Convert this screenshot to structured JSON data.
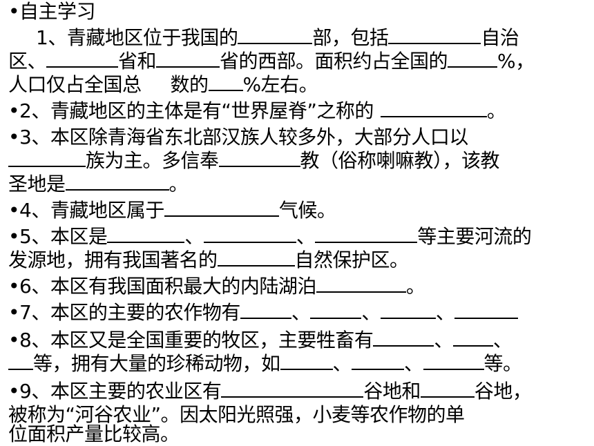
{
  "heading": "•自主学习",
  "q1": {
    "l1_a": "1、青藏地区位于我国的",
    "l1_b": "部，包括",
    "l1_c": "自治",
    "l2_a": "区、",
    "l2_b": "省和",
    "l2_c": "省的西部。面积约占全国的",
    "l2_d": "%，",
    "l3_a": "人口仅占全国总",
    "l3_b": "数的",
    "l3_c": "%左右。"
  },
  "q2": {
    "a": "•2、青藏地区的主体是有“世界屋脊”之称的",
    "b": "。"
  },
  "q3": {
    "l1": "•3、本区除青海省东北部汉族人较多外，大部分人口以",
    "l2_a": "族为主。多信奉",
    "l2_b": "教（俗称喇嘛教），该教",
    "l3_a": "圣地是",
    "l3_b": "。"
  },
  "q4": {
    "a": "•4、青藏地区属于",
    "b": "气候。"
  },
  "q5": {
    "l1_a": "•5、本区是",
    "l1_b": "、",
    "l1_c": "、",
    "l1_d": "等主要河流的",
    "l2_a": "发源地，拥有我国著名的",
    "l2_b": "自然保护区。"
  },
  "q6": {
    "a": "•6、本区有我国面积最大的内陆湖泊",
    "b": "。"
  },
  "q7": {
    "a": "•7、本区的主要的农作物有",
    "sep": "、"
  },
  "q8": {
    "l1_a": "•8、本区又是全国重要的牧区，主要牲畜有",
    "l1_b": "、",
    "l1_c": "、",
    "l2_a": "等，拥有大量的珍稀动物，如",
    "l2_b": "、",
    "l2_c": "、",
    "l2_d": "等。"
  },
  "q9": {
    "l1_a": "•9、本区主要的农业区有",
    "l1_b": "谷地和",
    "l1_c": "谷地，",
    "l2": "被称为“河谷农业”。因太阳光照强，小麦等农作物的单",
    "l3": "位面积产量比较高。"
  }
}
